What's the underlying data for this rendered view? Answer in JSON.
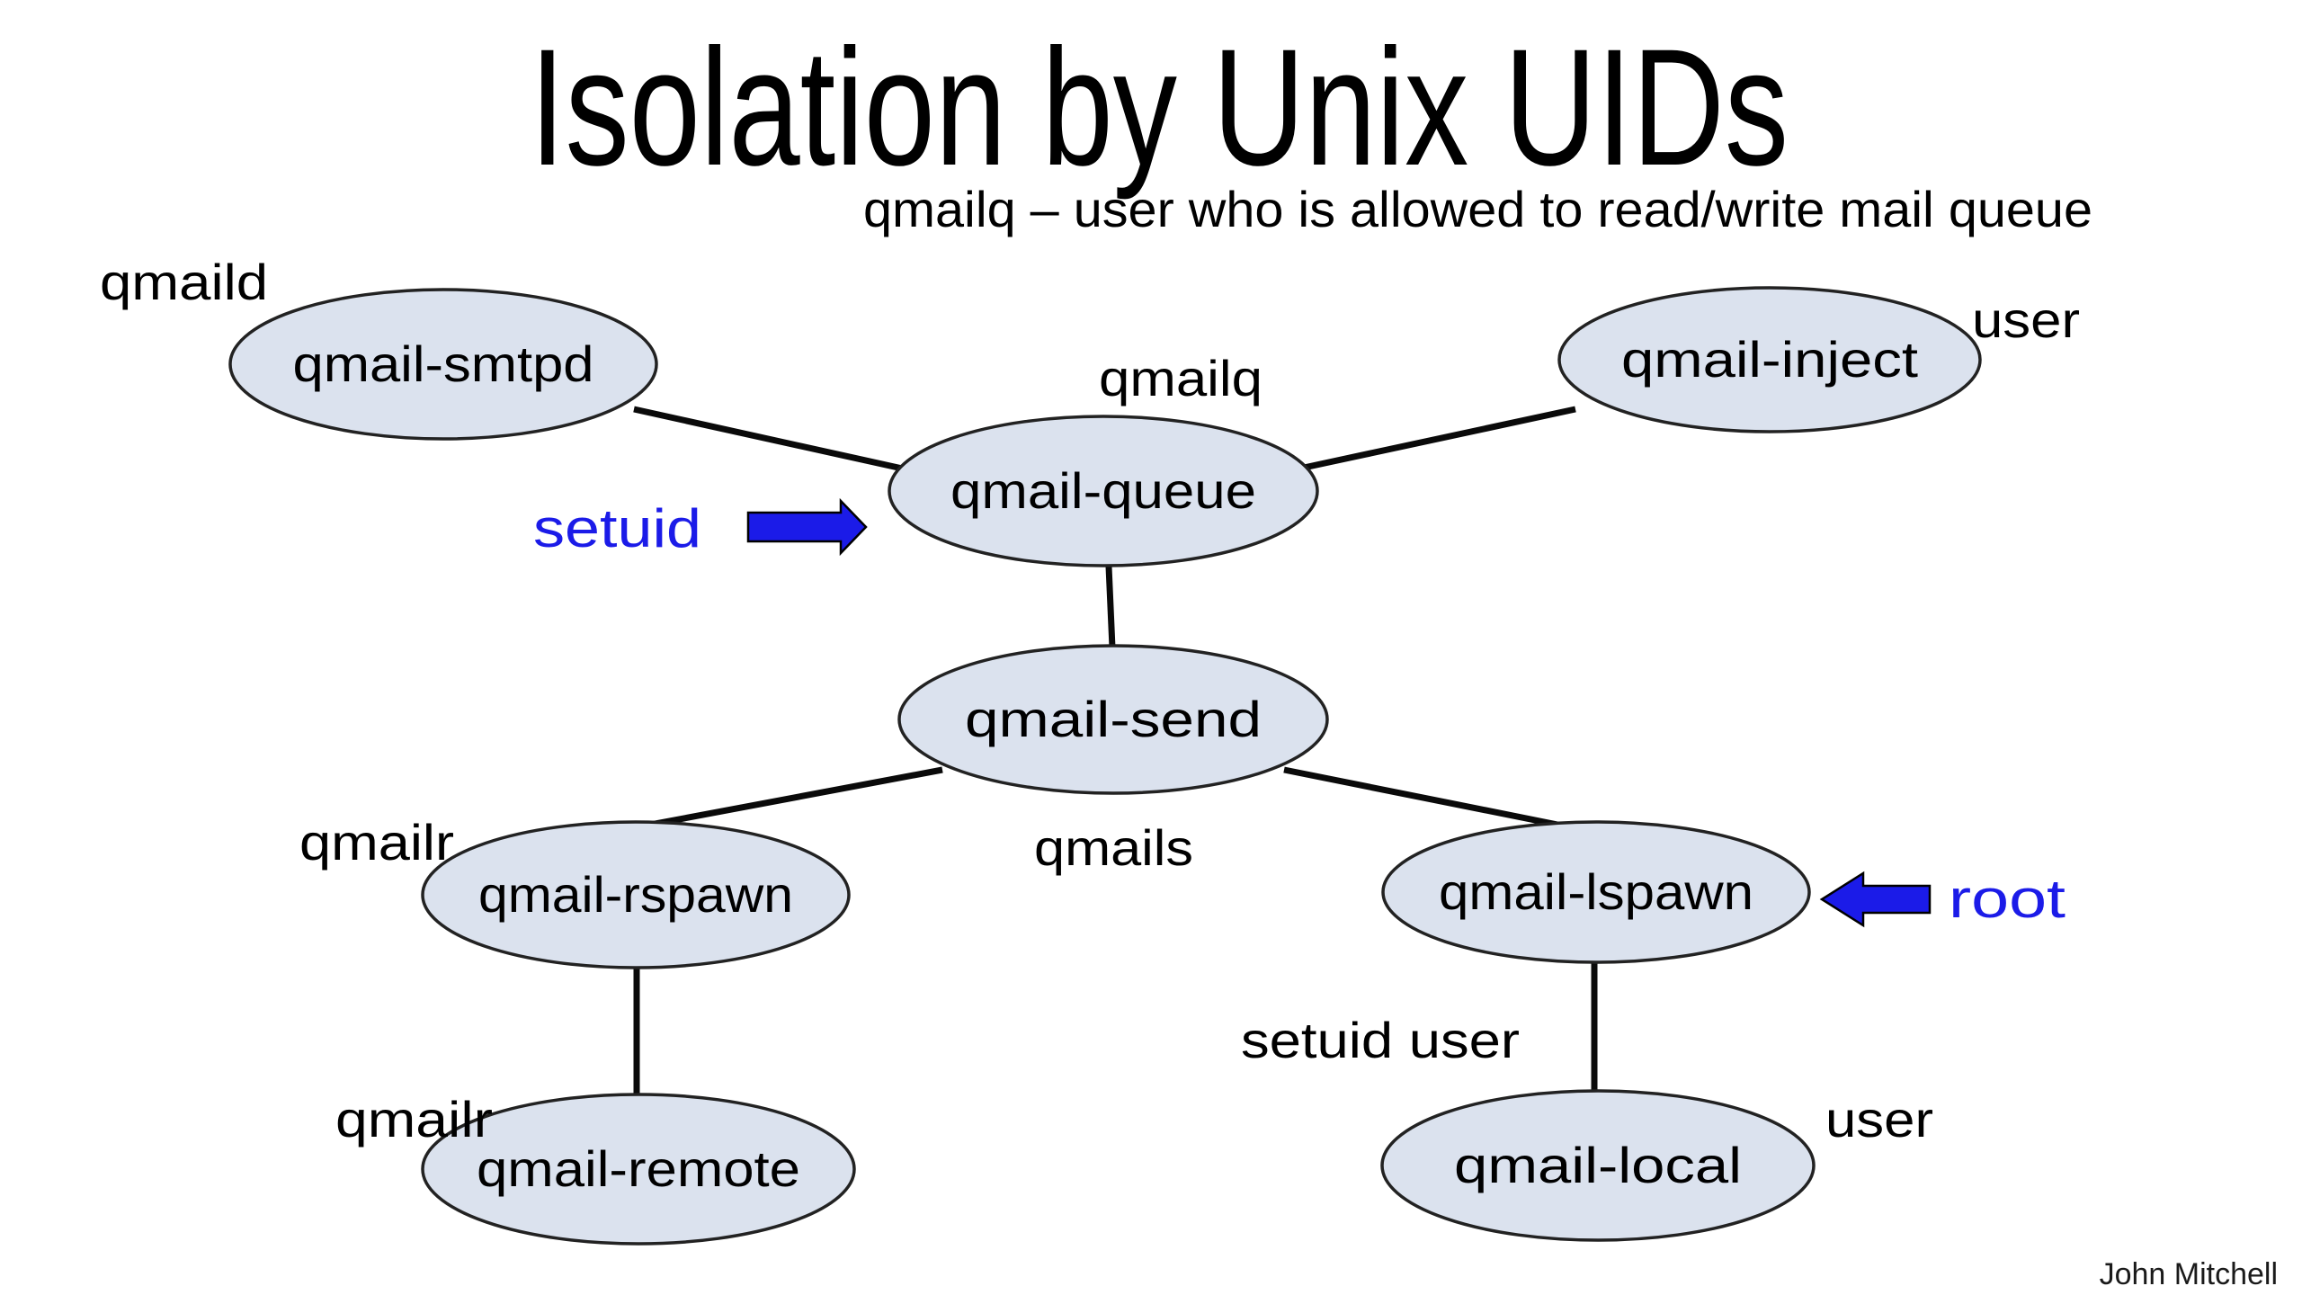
{
  "slide": {
    "title": "Isolation by Unix UIDs",
    "subtitle": "qmailq – user who is allowed to read/write mail queue",
    "credit": "John Mitchell"
  },
  "colors": {
    "background": "#ffffff",
    "node_fill": "#dbe2ee",
    "node_stroke": "#222222",
    "edge": "#0a0a0a",
    "accent_blue": "#1b1be8",
    "text": "#000000"
  },
  "diagram": {
    "nodes": [
      {
        "id": "qmail-smtpd",
        "label": "qmail-smtpd",
        "uid": "qmaild"
      },
      {
        "id": "qmail-inject",
        "label": "qmail-inject",
        "uid": "user"
      },
      {
        "id": "qmail-queue",
        "label": "qmail-queue",
        "uid": "qmailq"
      },
      {
        "id": "qmail-send",
        "label": "qmail-send",
        "uid": "qmails"
      },
      {
        "id": "qmail-rspawn",
        "label": "qmail-rspawn",
        "uid": "qmailr"
      },
      {
        "id": "qmail-lspawn",
        "label": "qmail-lspawn",
        "uid": "root"
      },
      {
        "id": "qmail-remote",
        "label": "qmail-remote",
        "uid": "qmailr"
      },
      {
        "id": "qmail-local",
        "label": "qmail-local",
        "uid": "user"
      }
    ],
    "edges": [
      {
        "from": "qmail-smtpd",
        "to": "qmail-queue"
      },
      {
        "from": "qmail-inject",
        "to": "qmail-queue"
      },
      {
        "from": "qmail-queue",
        "to": "qmail-send"
      },
      {
        "from": "qmail-send",
        "to": "qmail-rspawn"
      },
      {
        "from": "qmail-send",
        "to": "qmail-lspawn"
      },
      {
        "from": "qmail-rspawn",
        "to": "qmail-remote"
      },
      {
        "from": "qmail-lspawn",
        "to": "qmail-local"
      }
    ],
    "uid_labels": [
      {
        "text": "qmaild"
      },
      {
        "text": "user"
      },
      {
        "text": "qmailq"
      },
      {
        "text": "qmailr"
      },
      {
        "text": "qmails"
      },
      {
        "text": "setuid user"
      },
      {
        "text": "qmailr"
      },
      {
        "text": "user"
      }
    ],
    "annotations": [
      {
        "text": "setuid",
        "arrow_direction": "right",
        "color": "#1b1be8"
      },
      {
        "text": "root",
        "arrow_direction": "left",
        "color": "#1b1be8"
      }
    ]
  }
}
